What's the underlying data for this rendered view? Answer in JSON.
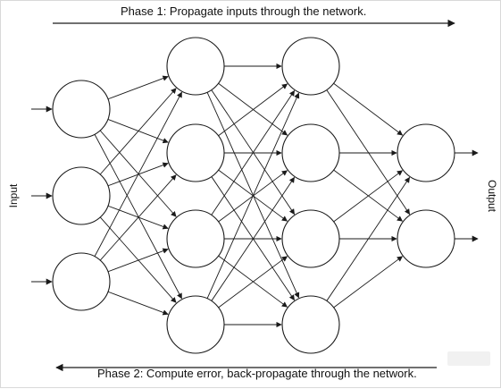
{
  "diagram": {
    "phase1_text": "Phase 1: Propagate inputs through the network.",
    "phase2_text": "Phase 2: Compute error, back-propagate through the network.",
    "input_label": "Input",
    "output_label": "Output",
    "layers": [
      {
        "role": "input",
        "neurons": 3
      },
      {
        "role": "hidden",
        "neurons": 4
      },
      {
        "role": "hidden",
        "neurons": 4
      },
      {
        "role": "output",
        "neurons": 2
      }
    ],
    "connectivity": "fully-connected",
    "colors": {
      "stroke": "#1a1a1a",
      "fill": "#ffffff",
      "background": "#ffffff"
    }
  }
}
